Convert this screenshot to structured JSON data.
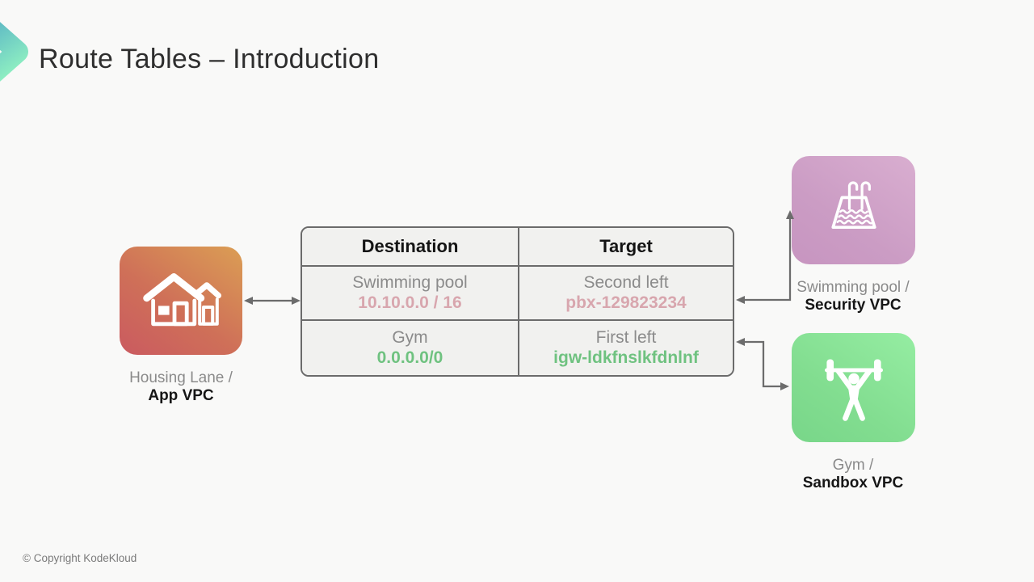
{
  "title": "Route Tables – Introduction",
  "copyright": "© Copyright KodeKloud",
  "logo": {
    "icon": "kodekloud-chevron",
    "gradient_top": "#4ea7c5",
    "gradient_bottom": "#8ff0c2"
  },
  "nodes": {
    "app": {
      "line1": "Housing Lane /",
      "line2": "App VPC",
      "icon": "houses-icon",
      "color_top": "#db9e54",
      "color_bottom": "#ca5a60"
    },
    "security": {
      "line1": "Swimming pool /",
      "line2": "Security VPC",
      "icon": "swimming-pool-icon",
      "color_top": "#d9aed0",
      "color_bottom": "#c795c0"
    },
    "sandbox": {
      "line1": "Gym /",
      "line2": "Sandbox VPC",
      "icon": "weightlifter-icon",
      "color_top": "#95eda2",
      "color_bottom": "#78d689"
    }
  },
  "route_table": {
    "headers": [
      "Destination",
      "Target"
    ],
    "rows": [
      {
        "destination_name": "Swimming pool",
        "destination_value": "10.10.0.0 / 16",
        "target_name": "Second left",
        "target_value": "pbx-129823234",
        "value_color": "#d8a6ae"
      },
      {
        "destination_name": "Gym",
        "destination_value": "0.0.0.0/0",
        "target_name": "First left",
        "target_value": "igw-ldkfnslkfdnlnf",
        "value_color": "#6fc280"
      }
    ]
  },
  "arrow_color": "#6c6c6c"
}
